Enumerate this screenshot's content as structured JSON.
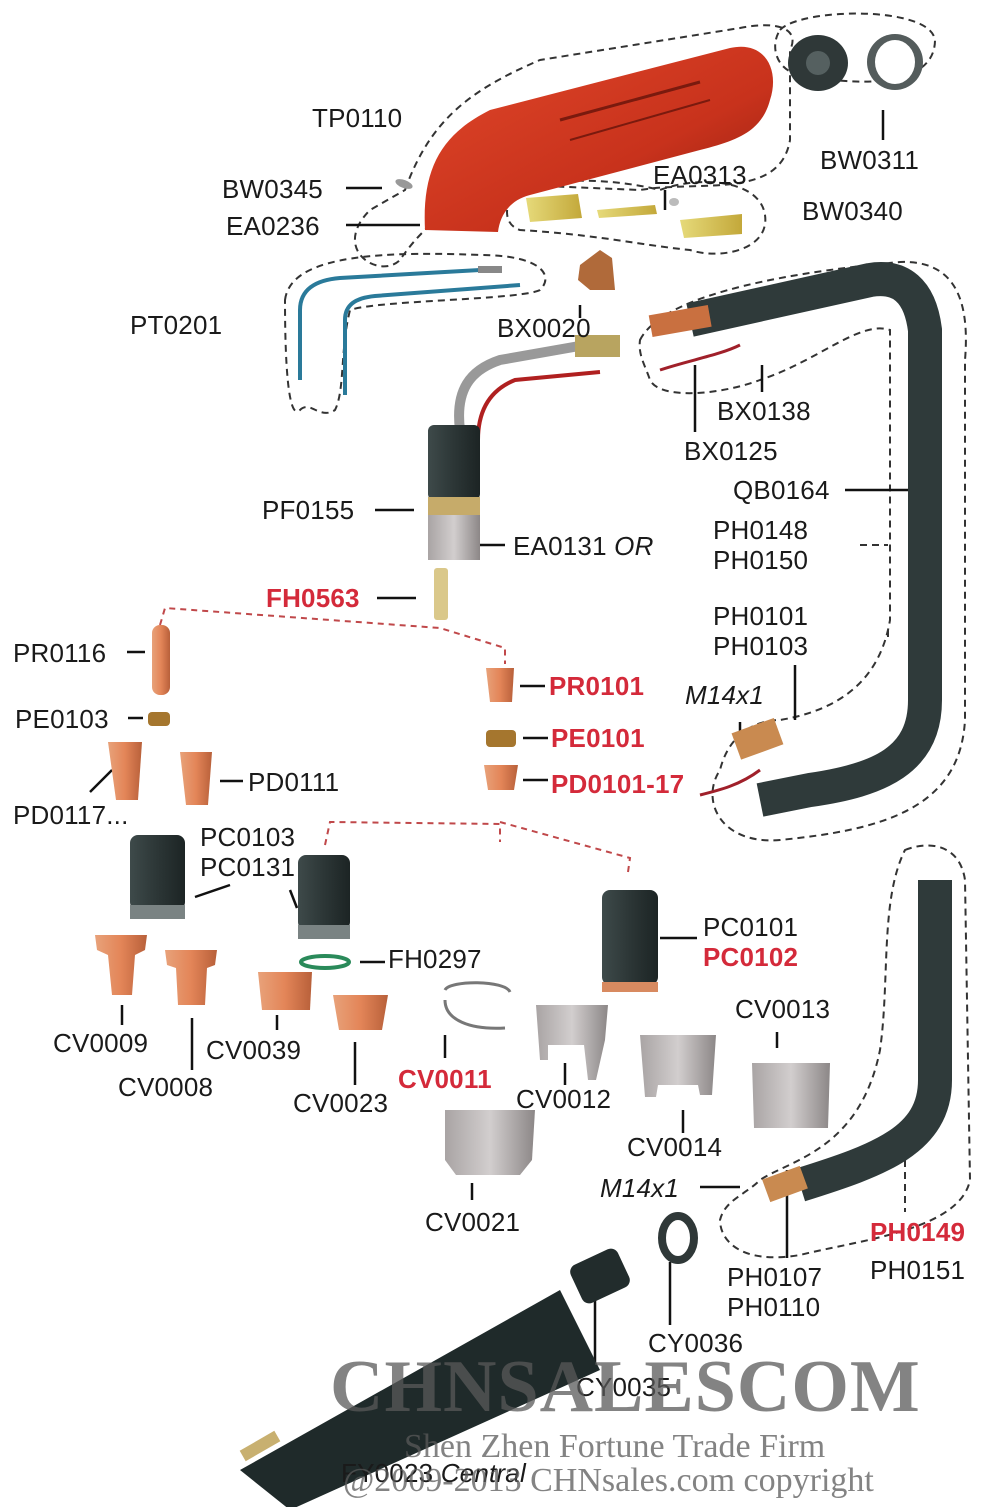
{
  "diagram": {
    "type": "exploded-parts-diagram",
    "subject": "Plasma cutting torch parts",
    "colors": {
      "highlight_label": "#d42a3a",
      "normal_label": "#1a1a1a",
      "handle": "#c8321c",
      "copper": "#e0895a",
      "hose": "#2f3a3a",
      "dashed_outline": "#333333"
    },
    "labels": [
      {
        "id": "TP0110",
        "text": "TP0110",
        "highlight": false
      },
      {
        "id": "BW0311",
        "text": "BW0311",
        "highlight": false
      },
      {
        "id": "BW0345",
        "text": "BW0345",
        "highlight": false
      },
      {
        "id": "EA0313",
        "text": "EA0313",
        "highlight": false
      },
      {
        "id": "EA0236",
        "text": "EA0236",
        "highlight": false
      },
      {
        "id": "BW0340",
        "text": "BW0340",
        "highlight": false
      },
      {
        "id": "PT0201",
        "text": "PT0201",
        "highlight": false
      },
      {
        "id": "BX0020",
        "text": "BX0020",
        "highlight": false
      },
      {
        "id": "BX0138",
        "text": "BX0138",
        "highlight": false
      },
      {
        "id": "BX0125",
        "text": "BX0125",
        "highlight": false
      },
      {
        "id": "QB0164",
        "text": "QB0164",
        "highlight": false
      },
      {
        "id": "PF0155",
        "text": "PF0155",
        "highlight": false
      },
      {
        "id": "EA0131",
        "text": "EA0131",
        "suffix": "OR",
        "highlight": false
      },
      {
        "id": "PH0148",
        "text": "PH0148",
        "highlight": false
      },
      {
        "id": "PH0150",
        "text": "PH0150",
        "highlight": false
      },
      {
        "id": "FH0563",
        "text": "FH0563",
        "highlight": true
      },
      {
        "id": "PH0101",
        "text": "PH0101",
        "highlight": false
      },
      {
        "id": "PH0103",
        "text": "PH0103",
        "highlight": false
      },
      {
        "id": "PR0116",
        "text": "PR0116",
        "highlight": false
      },
      {
        "id": "PR0101",
        "text": "PR0101",
        "highlight": true
      },
      {
        "id": "M14x1_a",
        "text": "M14x1",
        "highlight": false
      },
      {
        "id": "PE0103",
        "text": "PE0103",
        "highlight": false
      },
      {
        "id": "PE0101",
        "text": "PE0101",
        "highlight": true
      },
      {
        "id": "PD0111",
        "text": "PD0111",
        "highlight": false
      },
      {
        "id": "PD0101-17",
        "text": "PD0101-17",
        "highlight": true
      },
      {
        "id": "PD0117",
        "text": "PD0117...",
        "highlight": false
      },
      {
        "id": "PC0103",
        "text": "PC0103",
        "highlight": false
      },
      {
        "id": "PC0131",
        "text": "PC0131",
        "highlight": false
      },
      {
        "id": "PC0101",
        "text": "PC0101",
        "highlight": false
      },
      {
        "id": "PC0102",
        "text": "PC0102",
        "highlight": true
      },
      {
        "id": "FH0297",
        "text": "FH0297",
        "highlight": false
      },
      {
        "id": "CV0013",
        "text": "CV0013",
        "highlight": false
      },
      {
        "id": "CV0009",
        "text": "CV0009",
        "highlight": false
      },
      {
        "id": "CV0039",
        "text": "CV0039",
        "highlight": false
      },
      {
        "id": "CV0008",
        "text": "CV0008",
        "highlight": false
      },
      {
        "id": "CV0011",
        "text": "CV0011",
        "highlight": true
      },
      {
        "id": "CV0023",
        "text": "CV0023",
        "highlight": false
      },
      {
        "id": "CV0012",
        "text": "CV0012",
        "highlight": false
      },
      {
        "id": "CV0014",
        "text": "CV0014",
        "highlight": false
      },
      {
        "id": "M14x1_b",
        "text": "M14x1",
        "highlight": false
      },
      {
        "id": "CV0021",
        "text": "CV0021",
        "highlight": false
      },
      {
        "id": "PH0149",
        "text": "PH0149",
        "highlight": true
      },
      {
        "id": "PH0151",
        "text": "PH0151",
        "highlight": false
      },
      {
        "id": "PH0107",
        "text": "PH0107",
        "highlight": false
      },
      {
        "id": "PH0110",
        "text": "PH0110",
        "highlight": false
      },
      {
        "id": "CY0036",
        "text": "CY0036",
        "highlight": false
      },
      {
        "id": "CY0035",
        "text": "CY0035",
        "highlight": false
      },
      {
        "id": "FY0023",
        "text": "FY0023",
        "suffix": "Central",
        "highlight": false
      }
    ]
  },
  "watermark": {
    "brand": "CHNSALESCOM",
    "company": "Shen Zhen Fortune Trade Firm",
    "copyright": "@2009-2013 CHNsales.com copyright"
  }
}
